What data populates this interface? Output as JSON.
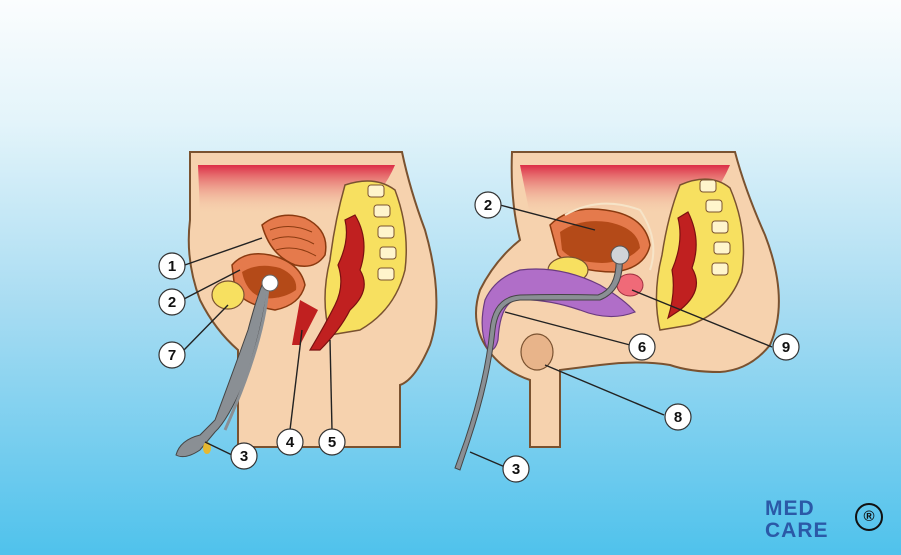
{
  "colors": {
    "skin": "#f6d2ae",
    "skin_outline": "#7a5230",
    "fat": "#f7e060",
    "bladder_wall": "#e57a4c",
    "bladder_inner": "#b44a18",
    "rectum": "#c02020",
    "catheter": "#8a8f94",
    "prostate": "#f06a78",
    "penis": "#b06ec8",
    "logo_blue": "#2b59a7"
  },
  "female_labels": [
    {
      "id": "1",
      "text": "1"
    },
    {
      "id": "2",
      "text": "2"
    },
    {
      "id": "7",
      "text": "7"
    },
    {
      "id": "3",
      "text": "3"
    },
    {
      "id": "4",
      "text": "4"
    },
    {
      "id": "5",
      "text": "5"
    }
  ],
  "male_labels": [
    {
      "id": "2",
      "text": "2"
    },
    {
      "id": "6",
      "text": "6"
    },
    {
      "id": "9",
      "text": "9"
    },
    {
      "id": "8",
      "text": "8"
    },
    {
      "id": "3",
      "text": "3"
    }
  ],
  "logo": {
    "line1": "MED",
    "line2": "CARE",
    "registered": "®"
  }
}
